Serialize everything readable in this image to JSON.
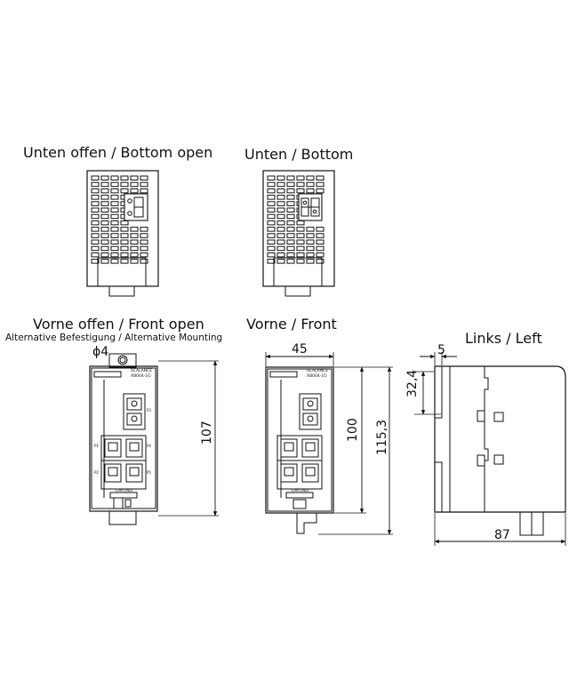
{
  "views": {
    "bottom_open": {
      "title": "Unten offen / Bottom open"
    },
    "bottom": {
      "title": "Unten / Bottom"
    },
    "front_open": {
      "title": "Vorne offen / Front open",
      "subtitle": "Alternative Befestigung / Alternative Mounting",
      "hole_label": "ϕ4",
      "height_label": "107",
      "device_brand": "SCALANCE",
      "device_model": "XB004-1G",
      "lan_label": "LAN ONLY",
      "ports": [
        "P1",
        "P2",
        "P3",
        "P4",
        "P5"
      ]
    },
    "front": {
      "title": "Vorne  / Front",
      "width_label": "45",
      "height_label": "100",
      "total_height_label": "115,3",
      "device_brand": "SCALANCE",
      "device_model": "XB004-1G",
      "lan_label": "LAN ONLY"
    },
    "left": {
      "title": "Links / Left",
      "offset_label": "5",
      "rail_label": "32,4",
      "depth_label": "87"
    }
  },
  "colors": {
    "line": "#111111",
    "background": "#ffffff"
  }
}
